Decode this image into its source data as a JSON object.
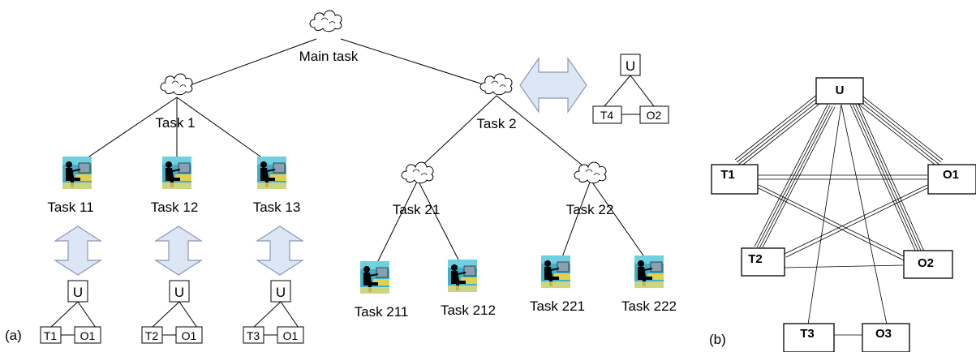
{
  "panel_a": {
    "caption": "(a)",
    "root": {
      "label": "Main task",
      "icon": "cloud-icon"
    },
    "level1": [
      {
        "label": "Task 1",
        "icon": "cloud-icon"
      },
      {
        "label": "Task 2",
        "icon": "cloud-icon"
      }
    ],
    "task1_children": [
      {
        "label": "Task 11",
        "icon": "person-at-computer-icon"
      },
      {
        "label": "Task 12",
        "icon": "person-at-computer-icon"
      },
      {
        "label": "Task 13",
        "icon": "person-at-computer-icon"
      }
    ],
    "task2_children": [
      {
        "label": "Task 21",
        "icon": "cloud-icon"
      },
      {
        "label": "Task 22",
        "icon": "cloud-icon"
      }
    ],
    "task21_children": [
      {
        "label": "Task 211",
        "icon": "person-at-computer-icon"
      },
      {
        "label": "Task 212",
        "icon": "person-at-computer-icon"
      }
    ],
    "task22_children": [
      {
        "label": "Task 221",
        "icon": "person-at-computer-icon"
      },
      {
        "label": "Task 222",
        "icon": "person-at-computer-icon"
      }
    ],
    "triads": [
      {
        "top": "U",
        "left": "T1",
        "right": "O1"
      },
      {
        "top": "U",
        "left": "T2",
        "right": "O1"
      },
      {
        "top": "U",
        "left": "T3",
        "right": "O1"
      },
      {
        "top": "U",
        "left": "T4",
        "right": "O2"
      }
    ]
  },
  "panel_b": {
    "caption": "(b)",
    "nodes": {
      "U": "U",
      "T1": "T1",
      "O1": "O1",
      "T2": "T2",
      "O2": "O2",
      "T3": "T3",
      "O3": "O3"
    }
  },
  "colors": {
    "arrow_fill": "#dde6f5",
    "arrow_stroke": "#8a98b4",
    "line": "#000000"
  }
}
